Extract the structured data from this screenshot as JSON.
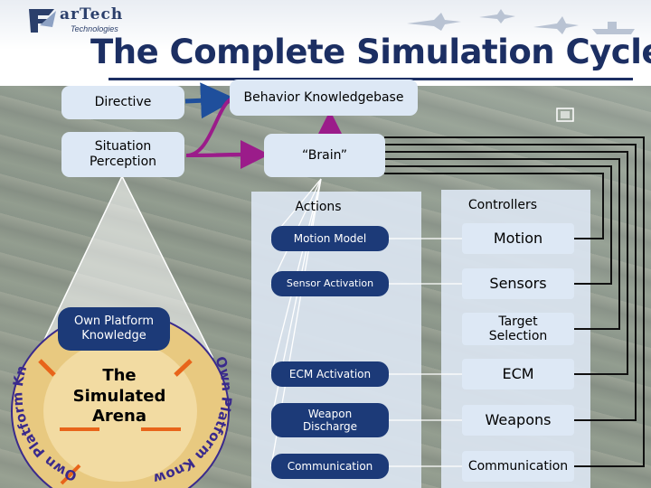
{
  "header": {
    "logo_name": "arTech",
    "logo_sub": "Technologies",
    "title": "The Complete Simulation Cycle"
  },
  "left": {
    "directive": "Directive",
    "situation": "Situation\nPerception",
    "own_platform_knowledge": "Own Platform\nKnowledge",
    "arena_title": "The Simulated\nArena",
    "ring_text": "Own Platform Knowledge"
  },
  "brain": {
    "kb": "Behavior Knowledgebase",
    "brain": "“Brain”"
  },
  "actions": {
    "heading": "Actions",
    "items": [
      "Motion Model",
      "Sensor Activation",
      "ECM Activation",
      "Weapon\nDischarge",
      "Communication"
    ]
  },
  "controllers": {
    "heading": "Controllers",
    "items": [
      "Motion",
      "Sensors",
      "Target\nSelection",
      "ECM",
      "Weapons",
      "Communication"
    ]
  },
  "colors": {
    "navy": "#1c3a78",
    "title": "#1c2f63",
    "arrow_purple": "#9b1c8a",
    "arena_fill": "#e8c980",
    "arena_ring": "#3a2a8c",
    "pill_fill": "#dde8f5",
    "orange_arrow": "#e8641a"
  }
}
